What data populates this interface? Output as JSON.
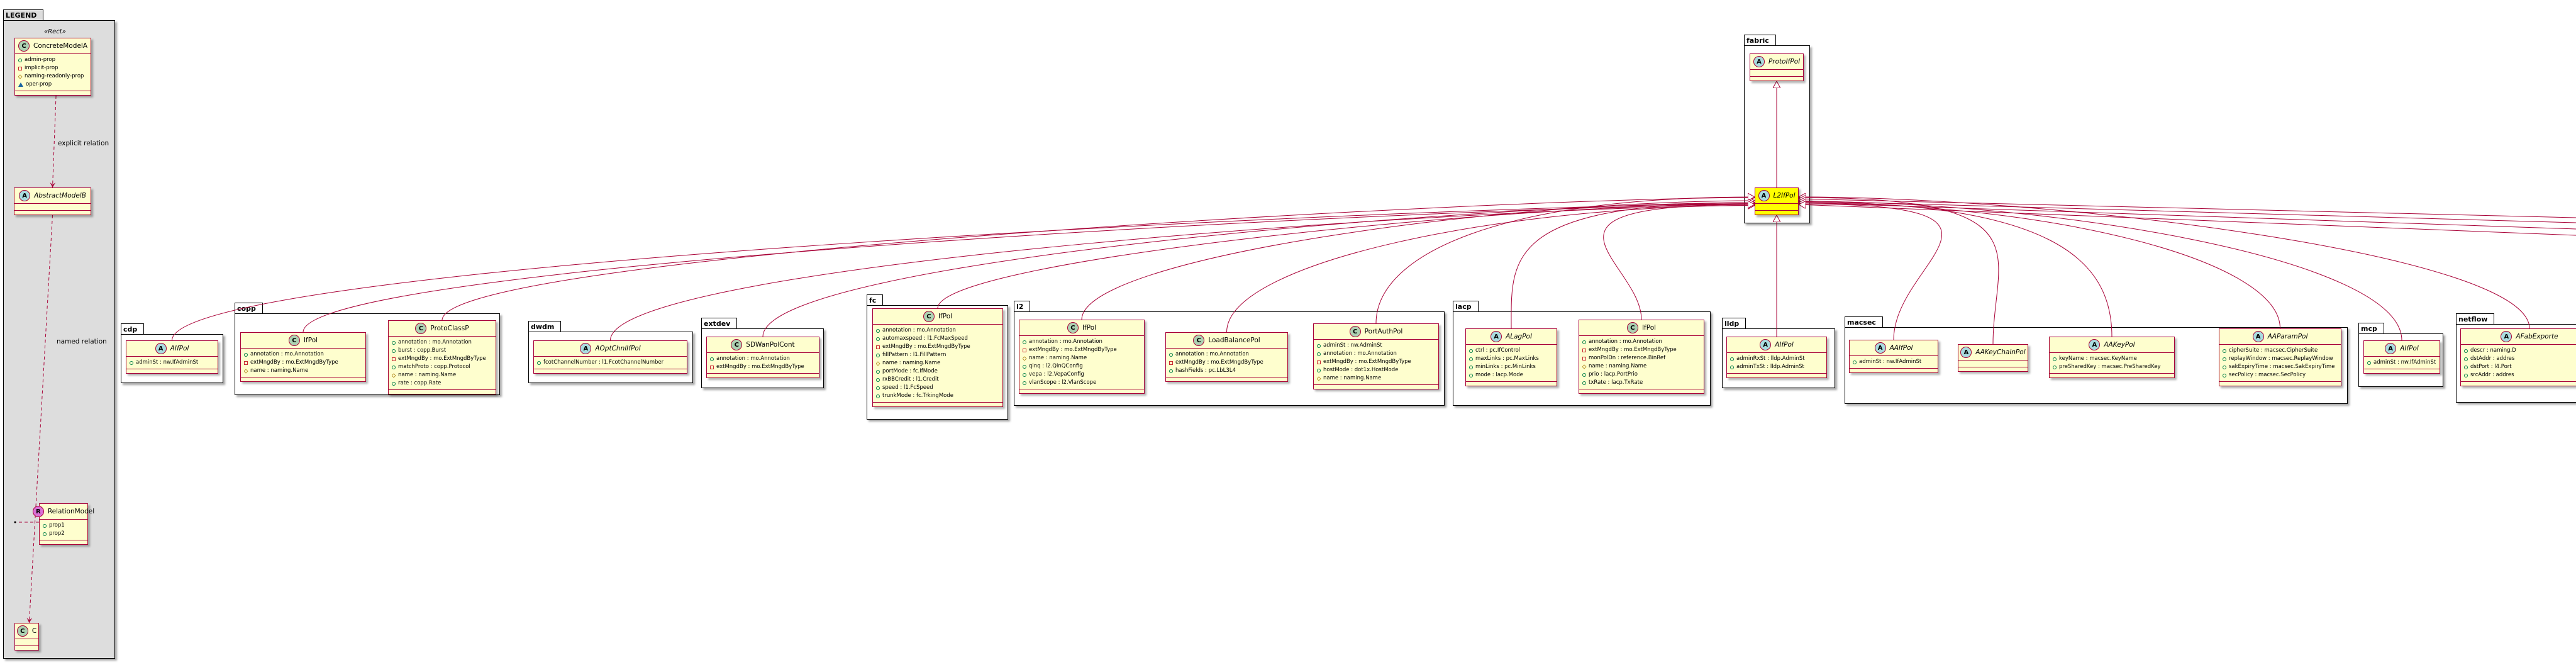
{
  "colors": {
    "border": "#A80036",
    "class_fill": "#FEFECE",
    "highlight_fill": "#FFFF00",
    "legend_bg": "#DDDDDD",
    "concrete_icon": "#ADD1B2",
    "abstract_icon": "#A9DCDF",
    "relation_icon": "#DA70D6"
  },
  "legend": {
    "title": "LEGEND",
    "stereotype": "«Rect»",
    "explicit_label": "explicit relation",
    "named_label": "named relation",
    "classes": [
      {
        "name": "ConcreteModelA",
        "kind": "C",
        "attrs": [
          {
            "vis": "public",
            "text": "admin-prop"
          },
          {
            "vis": "private",
            "text": "implicit-prop"
          },
          {
            "vis": "protected",
            "text": "naming-readonly-prop"
          },
          {
            "vis": "package",
            "text": "oper-prop"
          }
        ]
      },
      {
        "name": "AbstractModelB",
        "kind": "A",
        "attrs": []
      },
      {
        "name": "RelationModel",
        "kind": "R",
        "attrs": [
          {
            "vis": "public",
            "text": "prop1"
          },
          {
            "vis": "public",
            "text": "prop2"
          }
        ]
      },
      {
        "name": "C",
        "kind": "C",
        "attrs": []
      }
    ]
  },
  "packages": [
    {
      "name": "fabric",
      "classes": [
        {
          "name": "ProtoIfPol",
          "kind": "A",
          "attrs": []
        },
        {
          "name": "L2IfPol",
          "kind": "A",
          "highlight": true,
          "attrs": []
        }
      ]
    },
    {
      "name": "cdp",
      "classes": [
        {
          "name": "AIfPol",
          "kind": "A",
          "attrs": [
            {
              "vis": "public",
              "text": "adminSt : nw.IfAdminSt"
            }
          ]
        }
      ]
    },
    {
      "name": "copp",
      "classes": [
        {
          "name": "IfPol",
          "kind": "C",
          "attrs": [
            {
              "vis": "public",
              "text": "annotation : mo.Annotation"
            },
            {
              "vis": "private",
              "text": "extMngdBy : mo.ExtMngdByType"
            },
            {
              "vis": "protected",
              "text": "name : naming.Name"
            }
          ]
        },
        {
          "name": "ProtoClassP",
          "kind": "C",
          "attrs": [
            {
              "vis": "public",
              "text": "annotation : mo.Annotation"
            },
            {
              "vis": "public",
              "text": "burst : copp.Burst"
            },
            {
              "vis": "private",
              "text": "extMngdBy : mo.ExtMngdByType"
            },
            {
              "vis": "public",
              "text": "matchProto : copp.Protocol"
            },
            {
              "vis": "protected",
              "text": "name : naming.Name"
            },
            {
              "vis": "public",
              "text": "rate : copp.Rate"
            }
          ]
        }
      ]
    },
    {
      "name": "dwdm",
      "classes": [
        {
          "name": "AOptChnlIfPol",
          "kind": "A",
          "attrs": [
            {
              "vis": "public",
              "text": "fcotChannelNumber : l1.FcotChannelNumber"
            }
          ]
        }
      ]
    },
    {
      "name": "extdev",
      "classes": [
        {
          "name": "SDWanPolCont",
          "kind": "C",
          "attrs": [
            {
              "vis": "public",
              "text": "annotation : mo.Annotation"
            },
            {
              "vis": "private",
              "text": "extMngdBy : mo.ExtMngdByType"
            }
          ]
        }
      ]
    },
    {
      "name": "fc",
      "classes": [
        {
          "name": "IfPol",
          "kind": "C",
          "attrs": [
            {
              "vis": "public",
              "text": "annotation : mo.Annotation"
            },
            {
              "vis": "public",
              "text": "automaxspeed : l1.FcMaxSpeed"
            },
            {
              "vis": "private",
              "text": "extMngdBy : mo.ExtMngdByType"
            },
            {
              "vis": "public",
              "text": "fillPattern : l1.FillPattern"
            },
            {
              "vis": "protected",
              "text": "name : naming.Name"
            },
            {
              "vis": "public",
              "text": "portMode : fc.IfMode"
            },
            {
              "vis": "public",
              "text": "rxBBCredit : l1.Credit"
            },
            {
              "vis": "public",
              "text": "speed : l1.FcSpeed"
            },
            {
              "vis": "public",
              "text": "trunkMode : fc.TrkingMode"
            }
          ]
        }
      ]
    },
    {
      "name": "l2",
      "classes": [
        {
          "name": "IfPol",
          "kind": "C",
          "attrs": [
            {
              "vis": "public",
              "text": "annotation : mo.Annotation"
            },
            {
              "vis": "private",
              "text": "extMngdBy : mo.ExtMngdByType"
            },
            {
              "vis": "protected",
              "text": "name : naming.Name"
            },
            {
              "vis": "public",
              "text": "qinq : l2.QinQConfig"
            },
            {
              "vis": "public",
              "text": "vepa : l2.VepaConfig"
            },
            {
              "vis": "public",
              "text": "vlanScope : l2.VlanScope"
            }
          ]
        },
        {
          "name": "LoadBalancePol",
          "kind": "C",
          "attrs": [
            {
              "vis": "public",
              "text": "annotation : mo.Annotation"
            },
            {
              "vis": "private",
              "text": "extMngdBy : mo.ExtMngdByType"
            },
            {
              "vis": "public",
              "text": "hashFields : pc.LbL3L4"
            }
          ]
        },
        {
          "name": "PortAuthPol",
          "kind": "C",
          "attrs": [
            {
              "vis": "public",
              "text": "adminSt : nw.AdminSt"
            },
            {
              "vis": "public",
              "text": "annotation : mo.Annotation"
            },
            {
              "vis": "private",
              "text": "extMngdBy : mo.ExtMngdByType"
            },
            {
              "vis": "public",
              "text": "hostMode : dot1x.HostMode"
            },
            {
              "vis": "protected",
              "text": "name : naming.Name"
            }
          ]
        }
      ]
    },
    {
      "name": "lacp",
      "classes": [
        {
          "name": "ALagPol",
          "kind": "A",
          "attrs": [
            {
              "vis": "public",
              "text": "ctrl : pc.IfControl"
            },
            {
              "vis": "public",
              "text": "maxLinks : pc.MaxLinks"
            },
            {
              "vis": "public",
              "text": "minLinks : pc.MinLinks"
            },
            {
              "vis": "public",
              "text": "mode : lacp.Mode"
            }
          ]
        },
        {
          "name": "IfPol",
          "kind": "C",
          "attrs": [
            {
              "vis": "public",
              "text": "annotation : mo.Annotation"
            },
            {
              "vis": "private",
              "text": "extMngdBy : mo.ExtMngdByType"
            },
            {
              "vis": "private",
              "text": "monPolDn : reference.BinRef"
            },
            {
              "vis": "protected",
              "text": "name : naming.Name"
            },
            {
              "vis": "public",
              "text": "prio : lacp.PortPrio"
            },
            {
              "vis": "public",
              "text": "txRate : lacp.TxRate"
            }
          ]
        }
      ]
    },
    {
      "name": "lldp",
      "classes": [
        {
          "name": "AIfPol",
          "kind": "A",
          "attrs": [
            {
              "vis": "public",
              "text": "adminRxSt : lldp.AdminSt"
            },
            {
              "vis": "public",
              "text": "adminTxSt : lldp.AdminSt"
            }
          ]
        }
      ]
    },
    {
      "name": "macsec",
      "classes": [
        {
          "name": "AAIfPol",
          "kind": "A",
          "attrs": [
            {
              "vis": "public",
              "text": "adminSt : nw.IfAdminSt"
            }
          ]
        },
        {
          "name": "AAKeyChainPol",
          "kind": "A",
          "attrs": []
        },
        {
          "name": "AAKeyPol",
          "kind": "A",
          "attrs": [
            {
              "vis": "public",
              "text": "keyName : macsec.KeyName"
            },
            {
              "vis": "public",
              "text": "preSharedKey : macsec.PreSharedKey"
            }
          ]
        },
        {
          "name": "AAParamPol",
          "kind": "A",
          "attrs": [
            {
              "vis": "public",
              "text": "cipherSuite : macsec.CipherSuite"
            },
            {
              "vis": "public",
              "text": "replayWindow : macsec.ReplayWindow"
            },
            {
              "vis": "public",
              "text": "sakExpiryTime : macsec.SakExpiryTime"
            },
            {
              "vis": "public",
              "text": "secPolicy : macsec.SecPolicy"
            }
          ]
        }
      ]
    },
    {
      "name": "mcp",
      "classes": [
        {
          "name": "AIfPol",
          "kind": "A",
          "attrs": [
            {
              "vis": "public",
              "text": "adminSt : nw.IfAdminSt"
            }
          ]
        }
      ]
    },
    {
      "name": "netflow",
      "classes": [
        {
          "name": "AFabExporte",
          "kind": "A",
          "attrs": [
            {
              "vis": "public",
              "text": "descr : naming.D"
            },
            {
              "vis": "public",
              "text": "dstAddr : addres"
            },
            {
              "vis": "public",
              "text": "dstPort : l4.Port"
            },
            {
              "vis": "public",
              "text": "srcAddr : addres"
            }
          ]
        }
      ]
    }
  ]
}
